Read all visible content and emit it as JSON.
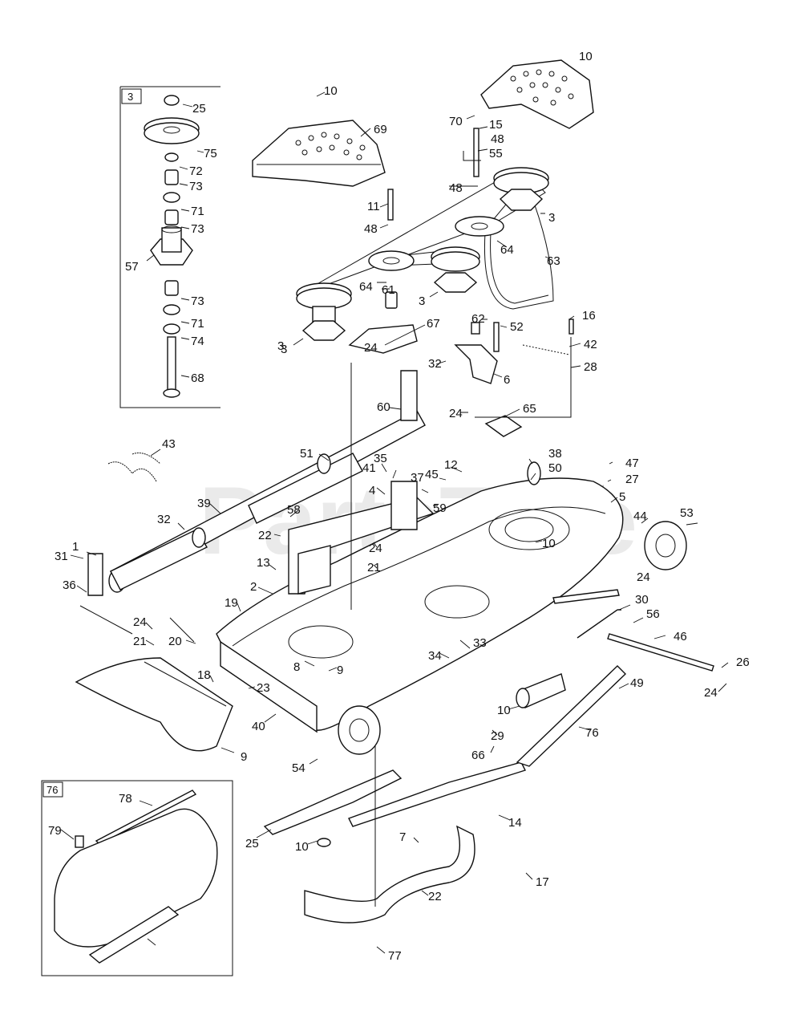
{
  "watermark": {
    "text": "PartsTree",
    "tm": "TM"
  },
  "insets": [
    {
      "tag": "3"
    },
    {
      "tag": "76"
    }
  ],
  "callouts": [
    "10",
    "10",
    "3",
    "25",
    "75",
    "72",
    "73",
    "71",
    "73",
    "57",
    "73",
    "71",
    "74",
    "68",
    "69",
    "11",
    "48",
    "15",
    "48",
    "55",
    "48",
    "70",
    "64",
    "63",
    "64",
    "61",
    "3",
    "3",
    "3",
    "62",
    "52",
    "16",
    "42",
    "28",
    "24",
    "67",
    "32",
    "6",
    "24",
    "65",
    "60",
    "43",
    "51",
    "35",
    "41",
    "12",
    "45",
    "37",
    "4",
    "59",
    "38",
    "50",
    "47",
    "27",
    "5",
    "44",
    "53",
    "39",
    "32",
    "58",
    "22",
    "24",
    "10",
    "1",
    "31",
    "36",
    "21",
    "13",
    "2",
    "24",
    "19",
    "24",
    "21",
    "20",
    "30",
    "56",
    "46",
    "33",
    "34",
    "26",
    "24",
    "8",
    "9",
    "18",
    "23",
    "40",
    "10",
    "49",
    "29",
    "66",
    "76",
    "9",
    "54",
    "25",
    "10",
    "14",
    "7",
    "22",
    "17",
    "77",
    "78",
    "79"
  ]
}
